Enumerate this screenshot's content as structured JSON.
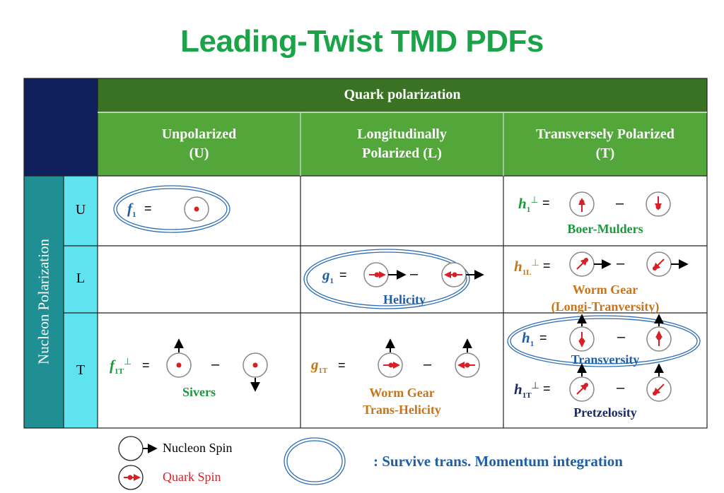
{
  "title": "Leading-Twist TMD PDFs",
  "header": {
    "quark_polarization": "Quark polarization",
    "col_u_line1": "Unpolarized",
    "col_u_line2": "(U)",
    "col_l_line1": "Longitudinally",
    "col_l_line2": "Polarized (L)",
    "col_t_line1": "Transversely Polarized",
    "col_t_line2": "(T)"
  },
  "side": {
    "nucleon_polarization": "Nucleon Polarization",
    "row_u": "U",
    "row_l": "L",
    "row_t": "T"
  },
  "cells": {
    "f1": {
      "letter": "f",
      "sub": "1",
      "eq": "="
    },
    "h1perp": {
      "letter": "h",
      "sub": "1",
      "sup": "⊥",
      "eq": "=",
      "minus": "–",
      "name": "Boer-Mulders"
    },
    "g1": {
      "letter": "g",
      "sub": "1",
      "eq": "=",
      "minus": "–",
      "name": "Helicity"
    },
    "h1Lperp": {
      "letter": "h",
      "sub": "1L",
      "sup": "⊥",
      "eq": "=",
      "minus": "–",
      "name_line1": "Worm Gear",
      "name_line2": "(Longi-Tranversity)"
    },
    "f1Tperp": {
      "letter": "f",
      "sub": "1T",
      "sup": "⊥",
      "eq": "=",
      "minus": "–",
      "name": "Sivers"
    },
    "g1T": {
      "letter": "g",
      "sub": "1T",
      "eq": "=",
      "minus": "–",
      "name_line1": "Worm Gear",
      "name_line2": "Trans-Helicity"
    },
    "h1": {
      "letter": "h",
      "sub": "1",
      "eq": "=",
      "minus": "–",
      "name": "Transversity"
    },
    "h1Tperp": {
      "letter": "h",
      "sub": "1T",
      "sup": "⊥",
      "eq": "=",
      "minus": "–",
      "name": "Pretzelosity"
    }
  },
  "legend": {
    "nucleon_spin": "Nucleon Spin",
    "quark_spin": "Quark Spin",
    "survive": ": Survive trans. Momentum integration"
  },
  "colors": {
    "title": "#1aa347",
    "header_dark_green": "#3a7224",
    "header_green": "#53a63a",
    "corner_navy": "#0e1f5c",
    "side_teal": "#1f8f93",
    "side_cyan": "#5fe3ee",
    "quark_red": "#d81f26",
    "oval_blue": "#2b6cb5"
  }
}
